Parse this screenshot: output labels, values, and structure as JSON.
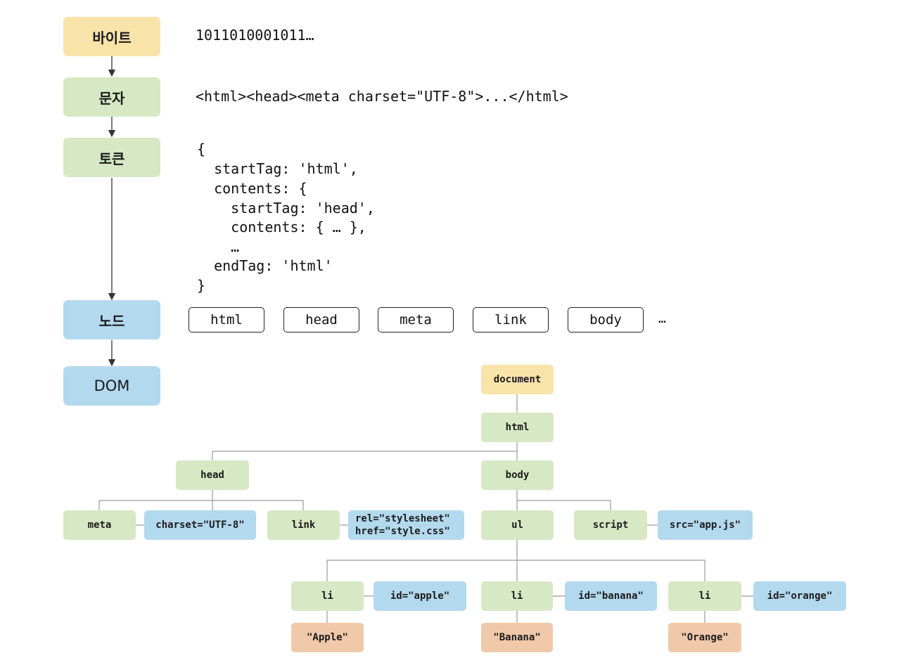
{
  "pipeline": {
    "bytes_label": "바이트",
    "chars_label": "문자",
    "tokens_label": "토큰",
    "nodes_label": "노드",
    "dom_label": "DOM"
  },
  "bytes_text": "1011010001011…",
  "chars_text": "<html><head><meta charset=\"UTF-8\">...</html>",
  "token_code": [
    "{",
    "  startTag: 'html',",
    "  contents: {",
    "    startTag: 'head',",
    "    contents: { … },",
    "    …",
    "  endTag: 'html'",
    "}"
  ],
  "node_tokens": [
    "html",
    "head",
    "meta",
    "link",
    "body"
  ],
  "node_tokens_more": "…",
  "dom_tree": {
    "document": "document",
    "html": "html",
    "head": "head",
    "body": "body",
    "meta": "meta",
    "meta_attr": "charset=\"UTF-8\"",
    "link": "link",
    "link_attr_rel": "rel=\"stylesheet\"",
    "link_attr_href": "href=\"style.css\"",
    "ul": "ul",
    "script": "script",
    "script_attr": "src=\"app.js\"",
    "li_1": "li",
    "li_1_attr": "id=\"apple\"",
    "li_1_text": "\"Apple\"",
    "li_2": "li",
    "li_2_attr": "id=\"banana\"",
    "li_2_text": "\"Banana\"",
    "li_3": "li",
    "li_3_attr": "id=\"orange\"",
    "li_3_text": "\"Orange\""
  },
  "colors": {
    "document": "#f8e3a9",
    "element": "#d6e8c4",
    "attribute": "#b3d9ee",
    "text": "#f0c9aa"
  }
}
